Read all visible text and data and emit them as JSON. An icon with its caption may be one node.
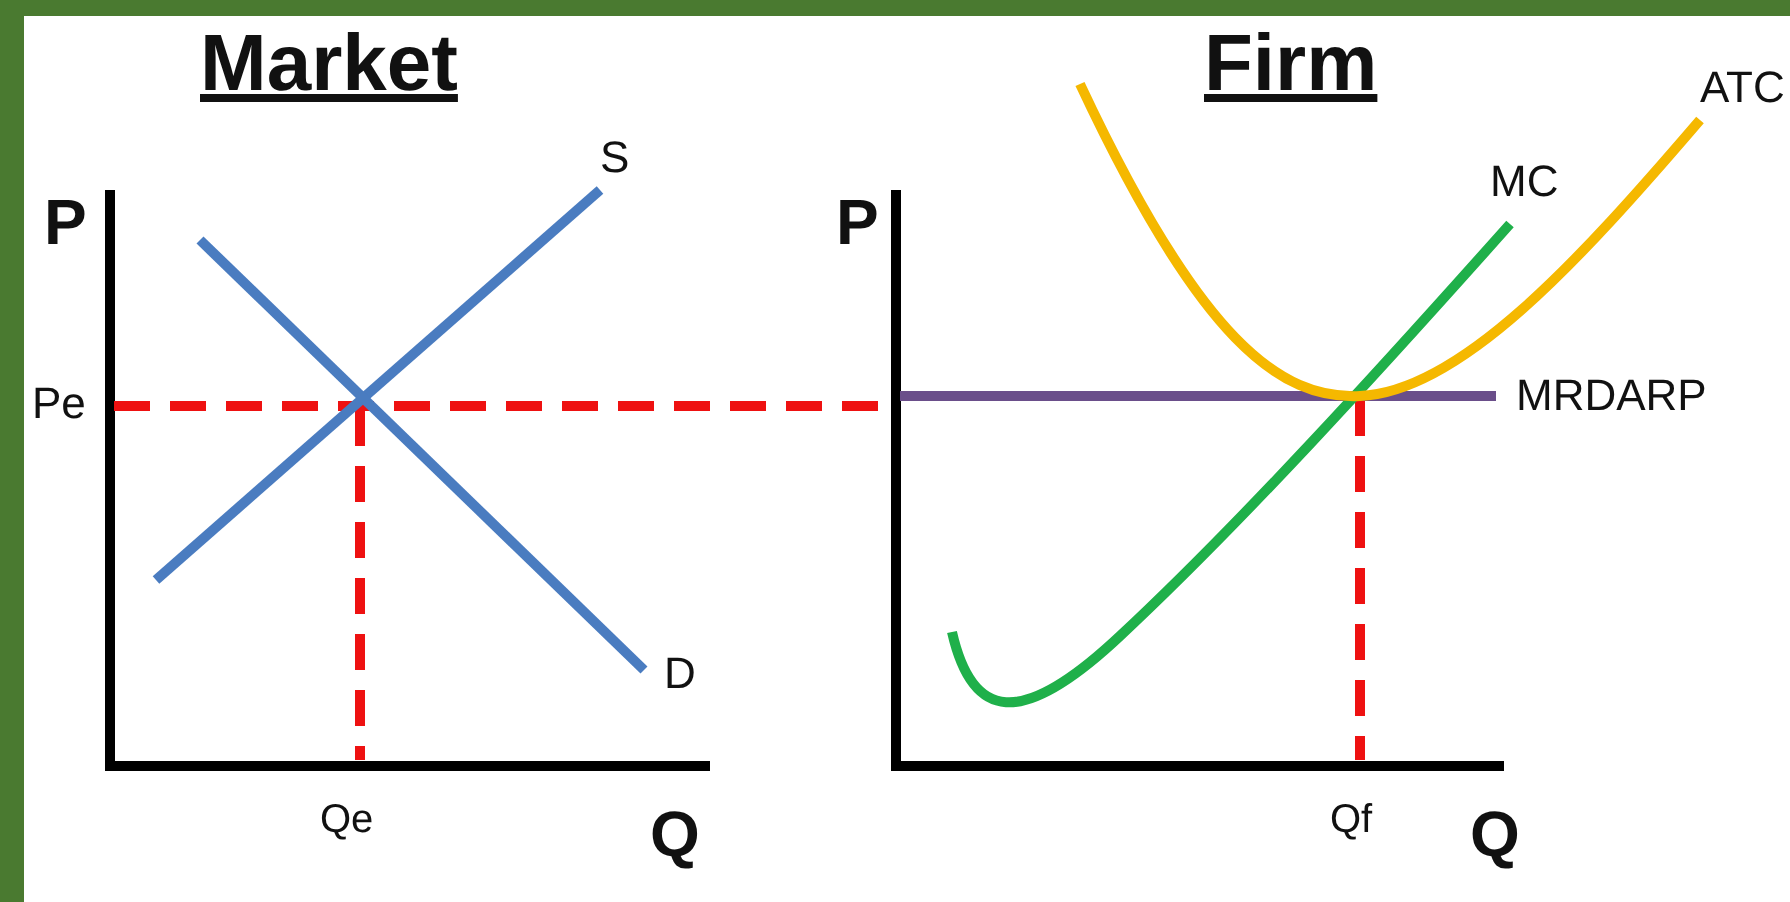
{
  "diagram": {
    "labels": [
      "Market",
      "Firm",
      "ATC",
      "S",
      "MC",
      "P",
      "P",
      "Pe",
      "MRDARP",
      "D",
      "Qe",
      "Q",
      "Qf",
      "Q"
    ]
  }
}
